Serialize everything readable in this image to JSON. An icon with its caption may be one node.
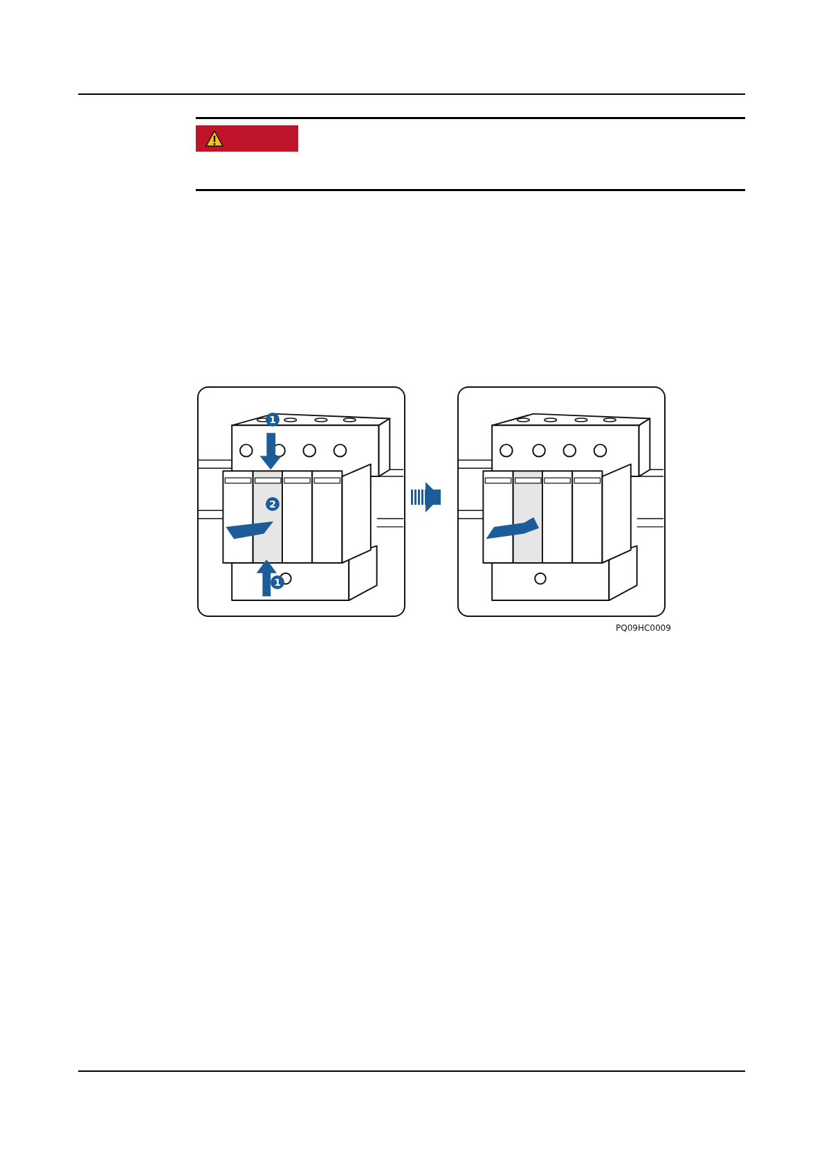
{
  "diagram": {
    "nodes": [
      {
        "text": [],
        "shape": "picture"
      },
      {
        "text": [],
        "shape": "picture"
      }
    ],
    "edges": [
      {
        "from": 0,
        "to": 1,
        "arrow": "to"
      }
    ],
    "labels": [
      "1",
      "2",
      "1",
      "PQ09HC0009"
    ]
  }
}
